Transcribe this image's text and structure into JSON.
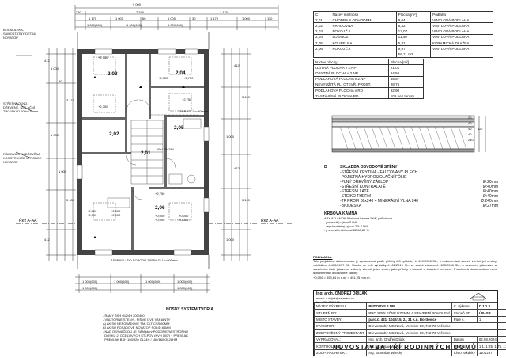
{
  "plan": {
    "top_dims": [
      "9 000",
      "7 340",
      "330",
      "1 170",
      "1 000",
      "60",
      "1 000",
      "30",
      "1 170",
      "1 000",
      "110",
      "1 170",
      "1 000(600)",
      "1 000(600)",
      "1 000(600)"
    ],
    "left_notes": [
      "BOČNÍ ATIKA, SAMOSTATNÝ DETAIL NOVATOP",
      "STŘEŠNÍ OKNO, DŘEVĚNÉ, IZOLAČNÍ TROJSKLO 600x170mm",
      "RÁMOVÁ KVH DŘEVĚNÁ KONSTRUKCE VÝROBCE NOVATOP"
    ],
    "rooms": {
      "r203": "2,03",
      "r204": "2,04",
      "r202": "2,02",
      "r205": "2,05",
      "r201": "2,01",
      "r206": "2,06"
    },
    "zabradli": "ZÁBRADLÍ v=900mm",
    "stairs_label": "16x173x284",
    "window_notes": [
      "+2,750",
      "+2,750",
      "+2,750",
      "+2,750",
      "+2,750",
      "+2,750"
    ],
    "sill_notes": [
      "+2,000\n+2,000",
      "+2,000\n+2,000",
      "+0,000\n+0,000",
      "+0,000\n+0,000"
    ],
    "section_left": "Řez A-AA´",
    "section_right": "Řez A-AA´",
    "bottom_dims": [
      "1 000(600)",
      "1 000(600)",
      "1 000(600)",
      "1 000(600)",
      "1 000(600)",
      "1 000(600)"
    ],
    "bottom_note": "ZÁBRADLÍ DO SCHODŮ ZÁBRADLÍ v=900mm",
    "left_dims": [
      "412",
      "1 000",
      "90",
      "3 113",
      "1 000",
      "1 000",
      "3 400",
      "412",
      "1 000",
      "1 000",
      "3 400",
      "412",
      "1 700",
      "412"
    ],
    "right_dims": [
      "412",
      "3 113",
      "1 000",
      "412",
      "3 113",
      "1 000",
      "412",
      "1 000",
      "1 700",
      "412",
      "1 000",
      "412"
    ]
  },
  "roof_system": {
    "title": "NOSNÝ SYSTÉM TVORIA",
    "lines": [
      "- RÁMY BSH GL24H 200/400",
      "- VNÚTORNÉ STENY - PÍŠME DVE VARIANTY",
      "A) AK SÚ NEPOSÁDOVÉ TAK CLT CSS 60MM",
      "B) AK SÚ POSÁDOVÉ NOVATOP SOLID 84MM",
      "- NAD OBÝVAČKOU JE RÁM ktorý PODOPIERA STROPNÚ",
      "  DOSKU 2: OCEĽOVÝCH STĹPOV (KVH 100/) + PREVLAK",
      "  PREVLAK BSH 160/320 GL24H / 160/160 GL28HM"
    ]
  },
  "rooms_table": {
    "headers": [
      "Č",
      "Název místnosti",
      "Plocha [m²]",
      "Podlaha"
    ],
    "rows": [
      [
        "2,01",
        "CHODBA S ODHODEM",
        "9,04",
        "VINYLOVÁ PODLAHA"
      ],
      [
        "2,02",
        "PRACOVNA",
        "8,32",
        "VINYLOVÁ PODLAHA"
      ],
      [
        "2,03",
        "POKOJ č.1",
        "12,07",
        "VINYLOVÁ PODLAHA"
      ],
      [
        "2,04",
        "LOŽNICE",
        "11,40",
        "VINYLOVÁ PODLAHA"
      ],
      [
        "2,05",
        "KOUPELNA",
        "5,31",
        "KERAMICKÁ DLAŽBA"
      ],
      [
        "2,06",
        "POKOJ č.2",
        "9,97",
        "VINYLOVÁ PODLAHA"
      ]
    ],
    "total": "56,11 m2"
  },
  "area_table": {
    "headers": [
      "Název plochy",
      "Plocha [m²]"
    ],
    "rows": [
      [
        "UŽITNÁ PLOCHA v 2.NP",
        "21,01"
      ],
      [
        "OBYTNÁ PLOCHA v 2.NP",
        "24,56"
      ],
      [
        "PODLAHOVÁ PLOCHA v 2.NP",
        "45,57"
      ],
      [
        "NEVYUŽITÁ PL. OTEVŘ. PROST.",
        "28,75"
      ],
      [
        "PODLAHOVÁ PLOCHA v RD",
        "92,90"
      ],
      [
        "ZASTAVĚNÁ PLOCHA RD",
        "106 bez terasy"
      ]
    ]
  },
  "section": {
    "letter": "D",
    "title": "SKLADBA OBVODOVÉ STĚNY",
    "lines": [
      [
        "-STŘEŠNÍ KRYTINA - FALCOVANÝ PLECH",
        ""
      ],
      [
        "-POJISTNÁ HYDROIZOLAČNÍ FÓLIE",
        ""
      ],
      [
        "-PLNÝ DŘEVĚNÝ ZÁKLOP",
        "Ø:20mm"
      ],
      [
        "-STŘEŠNÍ KONTRALATĚ",
        "Ø:40mm"
      ],
      [
        "-STŘEŠNÍ LATĚ",
        "Ø:40mm"
      ],
      [
        "-STEIKO THERM",
        "Ø:40mm"
      ],
      [
        "-TF PROFI 80x240 + MINERÁLNÍ VLNA 240",
        "Ø:240mm"
      ],
      [
        "-BIODESKA",
        "Ø:27mm"
      ]
    ],
    "right_dims": [
      "20",
      "40",
      "40",
      "40",
      "240",
      "427"
    ],
    "sub_title": "KRBOVÁ KAMNA",
    "sub_lines": [
      "ABX ATLANTIK 5 krbová kamna 5kW, průtoková",
      "- jmenovitý výkon 5 kW",
      "- regulovatelný výkon 2,5-7 kW",
      "- jmenovitá účinnost 82,80,80 %"
    ]
  },
  "note": {
    "title": "POZNÁMKA:",
    "text": "Tato projektová dokumentace je zpracovaná podle přílohy č.8 vyhlášky č. 499/2006 Sb., o dokumentaci staveb včetně její změny vyhláškou č.405/2017 Sb. Stavba se řeší vyhlášky č. 62/2019 Sb. ve vazbě zákona č. 183/2006 Sb., o územním plánování a stavebním řádu (stavební zákon), včetně jejich změn, jako přílohy k žádosti o stavební povolení. Projektová dokumentace není dokumentací dodavatele stavby.",
    "datum": "+0,000 = 403,64 m n.m. = 451,25 m n.m."
  },
  "title_block": {
    "architect": "Ing. arch. ONDŘEJ DRIJÁK",
    "contact1": "email: o.drijak@seznam.cz",
    "contact2": "tel.: 723 229 140",
    "company": "",
    "rows": [
      [
        "NÁZEV VÝKRESU:",
        "PŮDORYS 2.NP",
        "Č. výkresu",
        "D.1.1.3"
      ],
      [
        "STUPEŇ PD:",
        "PRO SPOLEČNÉ ÚZEMNÍ A STAVEBNÍ POVOLENÍ",
        "Stupeň PD",
        "ÚR+SP"
      ],
      [
        "MÍSTO STAVBY:",
        "parc.č. 421, 1042/15, 2., 31 k.ú. Bordovice",
        "Paré č.",
        "1"
      ],
      [
        "INVESTOR:",
        "Dřevostavby MC Nová, Veřovice 50, 742 73 Veřovice",
        "",
        ""
      ],
      [
        "ZODPOVĚDNÝ PROJEKTANT:",
        "Dřevostavby MC Nová, Veřovice 50, 742 73 Veřovice",
        "",
        ""
      ],
      [
        "VYPRACOVAL:",
        "Ing. arch. Ondřej Driják",
        "Datum",
        "02.08.2024"
      ],
      [
        "KONTROLOVAL:",
        "Ing. Bronislav Wijecky",
        "Měřítko",
        "1:1, 1:25, 1:75, 1:5"
      ],
      [
        "ZODP. ARCHITEKT:",
        "Ing. Bronislav Wijecky",
        "Číslo zakázky",
        "1101287"
      ]
    ],
    "footer": "NOVOSTAVBA TŘÍ RODINNÝCH DOMŮ"
  }
}
